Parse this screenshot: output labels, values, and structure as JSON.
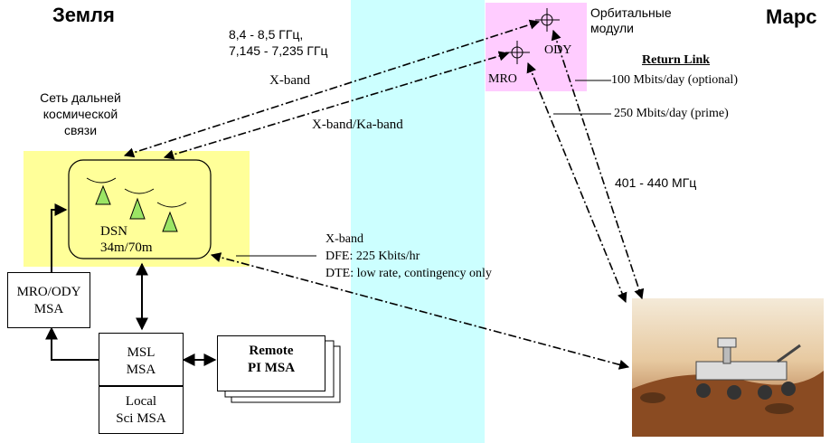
{
  "earth": {
    "title": "Земля",
    "dsn_network": [
      "Сеть дальней",
      "космической",
      "связи"
    ],
    "dsn": {
      "name": "DSN",
      "size": "34m/70m"
    },
    "mro_ody_msa": [
      "MRO/ODY",
      "MSA"
    ],
    "msl_msa": [
      "MSL",
      "MSA"
    ],
    "local_sci_msa": [
      "Local",
      "Sci MSA"
    ],
    "remote_pi_msa": [
      "Remote",
      "PI MSA"
    ]
  },
  "mars": {
    "title": "Марс",
    "orbiters_label": [
      "Орбитальные",
      "модули"
    ],
    "mro": "MRO",
    "ody": "ODY",
    "return_link": {
      "title": "Return Link",
      "optional": "100 Mbits/day (optional)",
      "prime": "250 Mbits/day (prime)"
    },
    "uhf": "401 - 440 МГц"
  },
  "links": {
    "freq_lines": [
      "8,4 - 8,5 ГГц,",
      "7,145 - 7,235 ГГц"
    ],
    "xband": "X-band",
    "xka": "X-band/Ka-band",
    "direct": {
      "title": "X-band",
      "dfe": "DFE:  225 Kbits/hr",
      "dte": "DTE:  low rate, contingency only"
    }
  },
  "colors": {
    "cyan_band": "#ccffff",
    "yellow_area": "#ffff99",
    "pink_area": "#ffccff"
  }
}
